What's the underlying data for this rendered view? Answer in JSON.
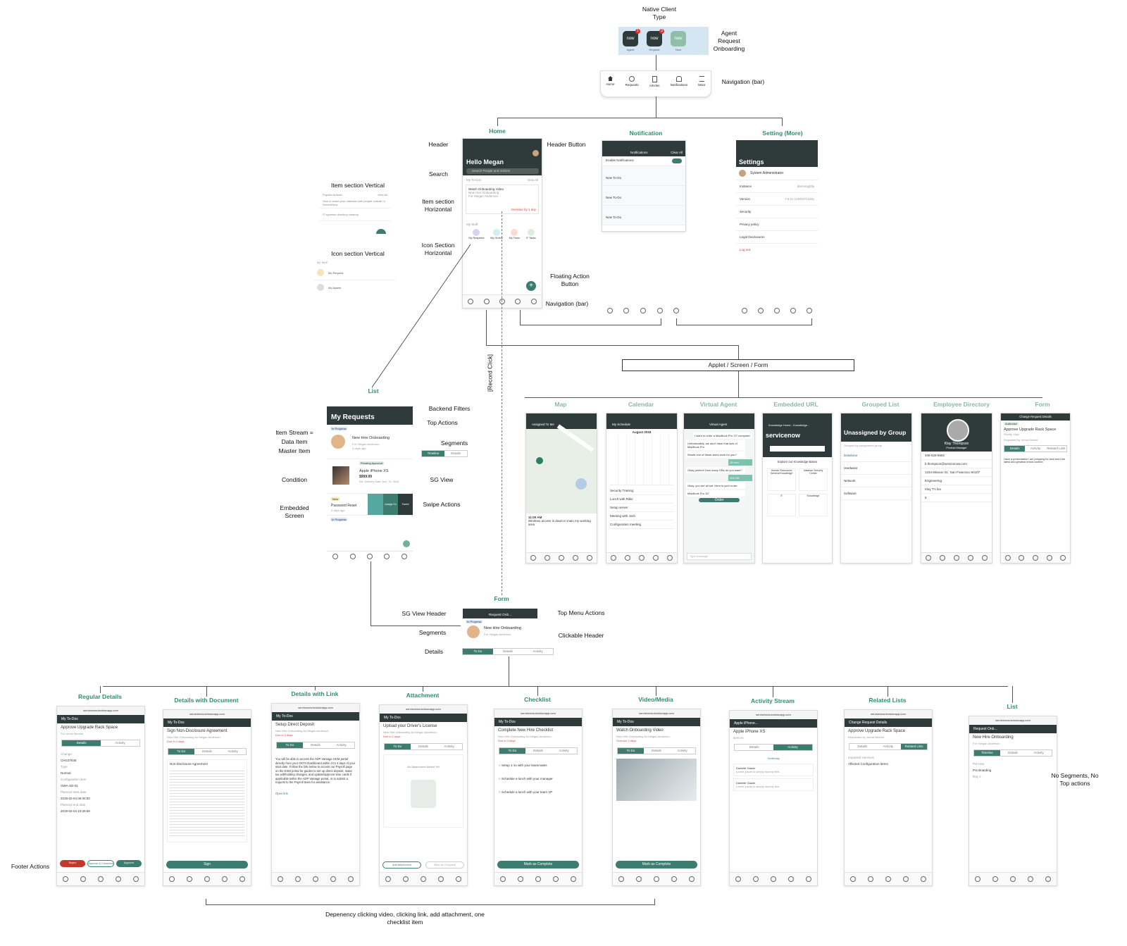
{
  "top": {
    "native_client_type": "Native Client\nType",
    "agent_request_onboarding": "Agent\nRequest\nOnboarding",
    "apps": [
      {
        "label": "Agent",
        "badge": "1",
        "color": "#2f3b3b"
      },
      {
        "label": "Request",
        "badge": "3",
        "color": "#2f3b3b"
      },
      {
        "label": "Now",
        "badge": "",
        "color": "#8fbfa8"
      }
    ],
    "app_text": "now",
    "navigation_bar_label": "Navigation (bar)",
    "nav_items": [
      "Home",
      "Requests",
      "Articles",
      "Notifications",
      "More"
    ]
  },
  "home": {
    "title": "Home",
    "labels": {
      "header": "Header",
      "header_button": "Header Button",
      "search": "Search",
      "item_section_horizontal": "Item section\nHorizontal",
      "icon_section_horizontal": "Icon Section\nHorizontal",
      "floating_action_button": "Floating Action\nButton",
      "navigation_bar": "Navigation (bar)",
      "item_section_vertical": "Item section Vertical",
      "icon_section_vertical": "Icon section Vertical"
    },
    "greeting": "Hello Megan",
    "search_placeholder": "Search People and Articles",
    "my_todos": "My To-Dos",
    "view_all": "View All",
    "todo_card_title": "Watch Onboarding Video",
    "todo_card_sub": "New Hire Onboarding",
    "todo_card_for": "For Megan Anderson",
    "overdue": "Overdue by 1 day",
    "my_stuff": "My Stuff",
    "icon_items": [
      "My Requests",
      "My Orders",
      "My Team",
      "IT Tasks"
    ],
    "vertical_items": [
      "Popular Articles",
      "How to share your calendar with people outside of ServiceNow",
      "IT systems directory cleanup"
    ],
    "vertical_icon_items": [
      "My Stuff",
      "My Request",
      "My Assets"
    ]
  },
  "notification": {
    "title": "Notification",
    "header": "Notifications",
    "clear_all": "Clear All",
    "enable": "Enable Notifications",
    "items": [
      "New To-Do",
      "New To-Do",
      "New To-Do"
    ]
  },
  "settings": {
    "title": "Setting (More)",
    "header": "Settings",
    "user": "System Administrator",
    "rows": [
      "Instance",
      "Version",
      "Security",
      "Privacy policy",
      "Legal Disclosures",
      "Log out"
    ],
    "instance_value": "demonightly",
    "version_value": "7.9.21 (1903271425)"
  },
  "applet": {
    "box": "Applet / Screen / Form",
    "record_click": "[Record Click]"
  },
  "list": {
    "title": "List",
    "header": "My Requests",
    "labels": {
      "backend_filters": "Backend Filters",
      "top_actions": "Top Actions",
      "segments": "Segments",
      "item_stream": "Item Stream =\nData Item\nMaster Item",
      "condition": "Condition",
      "sg_view": "SG View",
      "embedded_screen": "Embedded\nScreen",
      "swipe_actions": "Swipe Actions"
    },
    "segments": [
      "Timeline",
      "Details"
    ],
    "items": [
      {
        "badge": "In Progress",
        "title": "New Hire Onboarding",
        "sub": "For: Megan Anderson",
        "time": "3 days ago"
      },
      {
        "badge": "Pending Approval",
        "title": "Apple iPhone XS",
        "sub": "$999.99",
        "time": "Est. Delivery Date: Dec. 31, 2018"
      },
      {
        "badge": "New",
        "title": "Password Reset",
        "sub": "",
        "time": "3 days ago"
      },
      {
        "badge": "In Progress",
        "title": "",
        "sub": "",
        "time": ""
      }
    ],
    "swipe_buttons": [
      "Assign To",
      "Tweet"
    ]
  },
  "screens": {
    "map": "Map",
    "calendar": "Calendar",
    "virtual_agent": "Virtual Agent",
    "embedded_url": "Embedded URL",
    "grouped_list": "Grouped List",
    "employee_directory": "Employee Directory",
    "form": "Form",
    "map_header": "Assigned To Me",
    "map_time": "11:00 AM",
    "map_note": "Wireless access is down in main my working area",
    "cal_header": "My Schedule",
    "cal_month": "August 2018",
    "cal_events": [
      "Security Training",
      "Lunch with Rikki",
      "Setup server",
      "Meeting with Josh",
      "Configuration meeting"
    ],
    "va_header": "Virtual Agent",
    "va_msgs": [
      "I want to order a MacBook Pro 13\" computer",
      "Unfortunately, we don't have that size of MacBook Pro",
      "Would one of these sizes work for you?",
      "15 inch",
      "Okay perfect! How many GBs do you want?",
      "256 GB",
      "Okay, you are all set. Here is your order:",
      "MacBook Pro 15\"",
      "Order"
    ],
    "va_input": "Type message",
    "eu_header": "Knowledge Home - Knowledge...",
    "eu_brand": "servicenow",
    "eu_sub": "Explore our Knowledge Bases",
    "eu_tiles": [
      "Human Resources General Knowledge",
      "Instance Security Center",
      "IT",
      "Knowledge"
    ],
    "gl_header": "Unassigned by Group",
    "gl_sub": "Grouped by Assignment group",
    "gl_rows": [
      "Database",
      "Hardware",
      "Network",
      "Software"
    ],
    "ed_name": "Klay Thompson",
    "ed_role": "Product Manager",
    "ed_rows": [
      "408-528-8682",
      "k.thompson@servicenow.com",
      "1234 Mission St., San Francisco 94107",
      "Engineering",
      "Klay T's bio",
      "5"
    ],
    "form_header": "Change Request Details",
    "form_badge": "Authorize",
    "form_title": "Approve Upgrade Rack Space",
    "form_priority": "Priority: High",
    "form_requested": "Requested by Jerrod Bennet",
    "form_tabs": [
      "Details",
      "Activity",
      "Related Lists"
    ],
    "form_desc": "Have a presentation I am prepping for and need the latest and greatest brand content"
  },
  "form": {
    "title": "Form",
    "labels": {
      "sg_view_header": "SG View Header",
      "top_menu_actions": "Top Menu Actions",
      "segments": "Segments",
      "clickable_header": "Clickable Header",
      "details": "Details"
    },
    "header": "Request Onb...",
    "badge": "In Progress",
    "item_title": "New Hire Onboarding",
    "item_for": "For: Megan Anderson",
    "tabs": [
      "To Do",
      "Details",
      "Activity"
    ]
  },
  "bottom": {
    "footer_actions": "Footer Actions",
    "dependency_note": "Depenency clicking video, clicking link, add attachment, one\nchecklist item",
    "no_segments_note": "No Segments, No\nTop actions",
    "panels": [
      {
        "title": "Regular Details",
        "head": "My To-Dos",
        "item": "Approve Upgrade Rack Space",
        "sub": "For Jerrod Bennet",
        "tabs": [
          "Details",
          "Activity"
        ],
        "rows": [
          "Change",
          "CHG37646",
          "Type",
          "Normal",
          "Configuration item",
          "OWA-SD-01",
          "Planned start date",
          "2019-02-04 06:30:00",
          "Planned end date",
          "2019-02-04 10:29:59"
        ],
        "buttons": [
          "Reject",
          "Approve & Comment",
          "Approve"
        ]
      },
      {
        "title": "Details with Document",
        "head": "My To-Dos",
        "item": "Sign Non-Disclosure Agreement",
        "sub": "New Hire Onboarding for Megan Anderson",
        "due": "Due in 2 days",
        "tabs": [
          "To Do",
          "Details",
          "Activity"
        ],
        "doc_title": "Non-Disclosure Agreement",
        "button": "Sign"
      },
      {
        "title": "Details with Link",
        "head": "My To-Dos",
        "item": "Setup Direct Deposit",
        "sub": "New Hire Onboarding for Megan Anderson",
        "due": "Due in 2 days",
        "tabs": [
          "To Do",
          "Details",
          "Activity"
        ],
        "body": "You will be able to access the ADP Vantage HCM portal directly from your OKTA Dashboard within 3 to 4 days of your start date. Follow the link below to access our Payroll page on the ESM portal for guides to set up direct deposit, make tax withholding changes, and update/approve time cards if applicable within the ADP Vantage portal, or to submit a request to the Payroll team for assistance.",
        "link": "Open link"
      },
      {
        "title": "Attachment",
        "head": "My To-Dos",
        "item": "Upload your Driver's License",
        "sub": "New Hire Onboarding for Megan Anderson",
        "due": "Due in 2 days",
        "tabs": [
          "To Do",
          "Details",
          "Activity"
        ],
        "empty": "No Attachment Added Yet",
        "buttons": [
          "Add Attachment",
          "Mark as Complete"
        ]
      },
      {
        "title": "Checklist",
        "head": "My To-Dos",
        "item": "Complete New Hire Checklist",
        "sub": "New Hire Onboarding for Megan Anderson",
        "due": "Due in 3 days",
        "tabs": [
          "To Do",
          "Details",
          "Activity"
        ],
        "checks": [
          "Setup 1-1s with your teammates",
          "Schedule a lunch with your manager",
          "Schedule a lunch with your team VP"
        ],
        "button": "Mark as Complete"
      },
      {
        "title": "Video/Media",
        "head": "My To-Dos",
        "item": "Watch Onboarding Video",
        "sub": "New Hire Onboarding for Megan Anderson",
        "due": "Overdue 2 days",
        "tabs": [
          "To Do",
          "Details",
          "Activity"
        ],
        "button": "Mark as Complete"
      },
      {
        "title": "Activity Stream",
        "head": "Apple iPhone...",
        "item": "Apple iPhone XS",
        "sub": "$999.99",
        "tabs": [
          "Details",
          "Activity"
        ],
        "day": "Yesterday",
        "comments": [
          "Danielle Glazer",
          "Danielle Glazer"
        ],
        "comment_text": "Lorem ipsum is simply dummy text."
      },
      {
        "title": "Related Lists",
        "head": "Change Request Details",
        "item": "Approve Upgrade Rack Space",
        "sub": "Requested by Jerrod Bennet",
        "tabs": [
          "Details",
          "Activity",
          "Related Lists"
        ],
        "rows": [
          "Impacted Services",
          "Affected Configuration Items"
        ]
      },
      {
        "title": "List",
        "head": "Request Onb...",
        "item": "New Hire Onboarding",
        "sub": "For: Megan Anderson",
        "tabs": [
          "Timeline",
          "Details",
          "Activity"
        ],
        "rows": [
          "Pre Hire",
          "Pre Boarding",
          "Day 1"
        ]
      }
    ]
  },
  "colors": {
    "accent": "#2e8f6f",
    "dark": "#2f3b3b",
    "green_btn": "#3d7d6f",
    "red": "#c0392b"
  }
}
